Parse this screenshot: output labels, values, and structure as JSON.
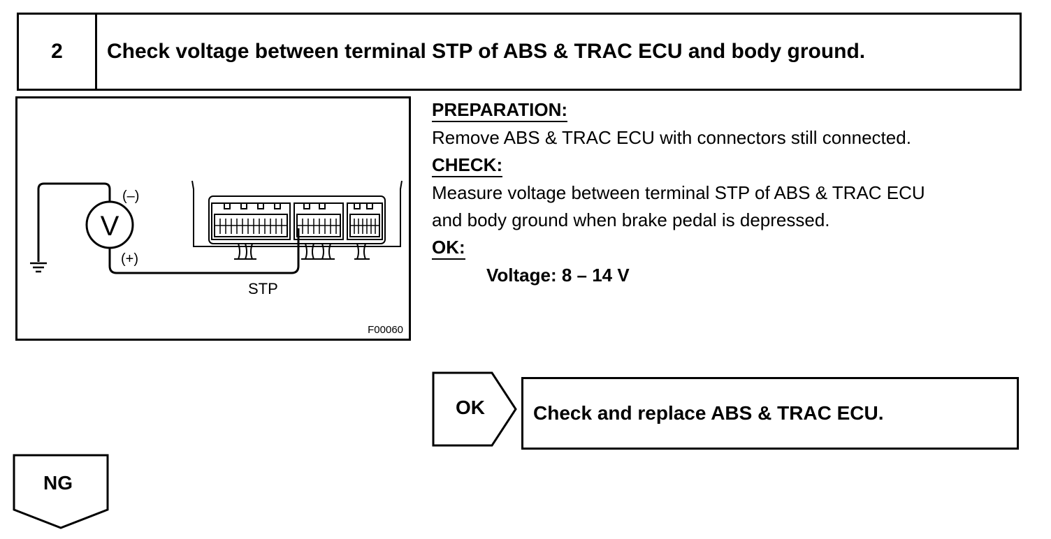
{
  "step": {
    "number": "2",
    "title": "Check voltage between terminal STP of ABS & TRAC ECU and body ground."
  },
  "figure": {
    "meter_symbol": "V",
    "negative_label": "(–)",
    "positive_label": "(+)",
    "terminal_label": "STP",
    "figure_id": "F00060",
    "icons": [
      "voltmeter-icon",
      "ground-icon",
      "ecu-connector-icon"
    ]
  },
  "instructions": {
    "preparation_heading": "PREPARATION:",
    "preparation_text": "Remove ABS & TRAC ECU with connectors still connected.",
    "check_heading": "CHECK:",
    "check_line1": "Measure voltage between terminal STP of ABS & TRAC ECU",
    "check_line2": "and body ground when brake pedal is depressed.",
    "ok_heading": "OK:",
    "spec": "Voltage: 8 – 14 V"
  },
  "result_ok": {
    "tag": "OK",
    "action": "Check and replace ABS & TRAC ECU."
  },
  "result_ng": {
    "tag": "NG"
  }
}
